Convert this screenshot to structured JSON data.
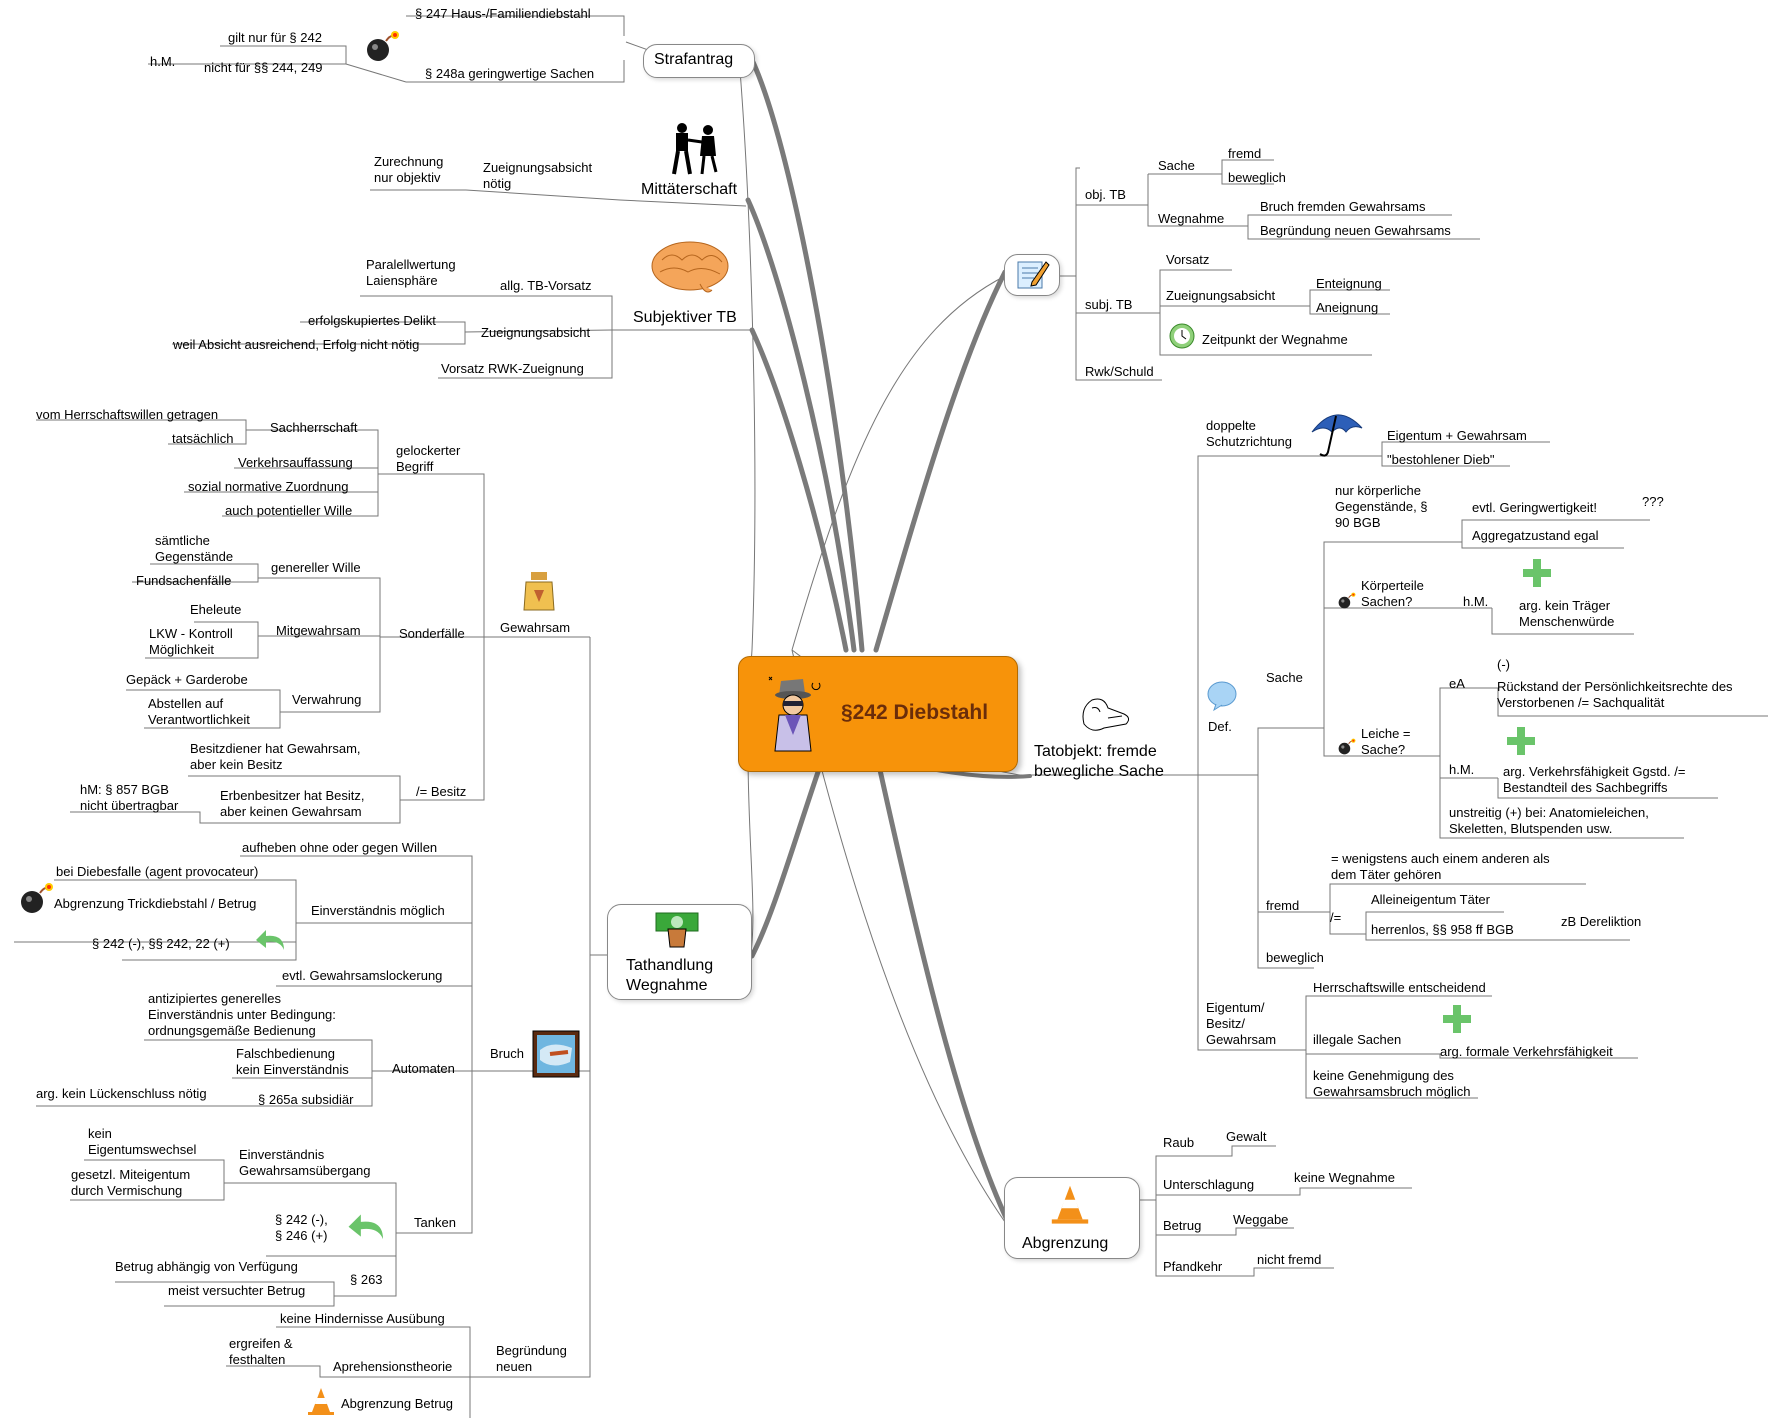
{
  "central": {
    "title": "§242 Diebstahl"
  },
  "strafantrag": {
    "title": "Strafantrag",
    "items": [
      "§ 247 Haus-/Familiendiebstahl",
      "§ 248a geringwertige Sachen"
    ],
    "sub": [
      "gilt nur für § 242",
      "nicht für §§ 244, 249",
      "h.M."
    ]
  },
  "mittaeterschaft": {
    "title": "Mittäterschaft",
    "items": [
      "Zueignungsabsicht\nnötig",
      "Zurechnung\nnur objektiv"
    ]
  },
  "subjektiver_tb": {
    "title": "Subjektiver TB",
    "items": [
      "allg. TB-Vorsatz",
      "Paralellwertung\nLaiensphäre",
      "Zueignungsabsicht",
      "erfolgskupiertes Delikt",
      "weil Absicht ausreichend, Erfolg nicht nötig",
      "Vorsatz RWK-Zueignung"
    ]
  },
  "tathandlung": {
    "title": "Tathandlung\nWegnahme",
    "gewahrsam": {
      "label": "Gewahrsam",
      "gelockert": "gelockerter\nBegriff",
      "sachherrschaft": "Sachherrschaft",
      "herrschaftswille": "vom Herrschaftswillen getragen",
      "tatsaechlich": "tatsächlich",
      "verkehrsauffassung": "Verkehrsauffassung",
      "sozial": "sozial normative Zuordnung",
      "potentiell": "auch potentieller Wille",
      "sonderfaelle": "Sonderfälle",
      "genereller": "genereller Wille",
      "saemtliche": "sämtliche\nGegenstände",
      "fundsachen": "Fundsachenfälle",
      "mitgewahrsam": "Mitgewahrsam",
      "eheleute": "Eheleute",
      "lkw": "LKW - Kontroll\nMöglichkeit",
      "verwahrung": "Verwahrung",
      "gepaeck": "Gepäck + Garderobe",
      "abstellen": "Abstellen auf\nVerantwortlichkeit",
      "besitz": "/= Besitz",
      "besitzdiener": "Besitzdiener hat Gewahrsam,\naber kein Besitz",
      "erbenbesitzer": "Erbenbesitzer hat Besitz,\naber keinen Gewahrsam",
      "hm857": "hM: § 857 BGB\nnicht übertragbar"
    },
    "bruch": {
      "label": "Bruch",
      "aufheben": "aufheben ohne oder gegen Willen",
      "einverstaendnis": "Einverständnis möglich",
      "diebesfalle": "bei Diebesfalle (agent provocateur)",
      "abgrenzung_trick": "Abgrenzung Trickdiebstahl / Betrug",
      "paragraphs": "§ 242 (-), §§ 242, 22 (+)",
      "lockerung": "evtl. Gewahrsamslockerung",
      "automaten": "Automaten",
      "antizipiert": "antizipiertes generelles\nEinverständnis unter Bedingung:\nordnungsgemäße Bedienung",
      "falschbedienung": "Falschbedienung\nkein Einverständnis",
      "subsidiaer": "§ 265a subsidiär",
      "lueckenschluss": "arg. kein Lückenschluss nötig",
      "tanken": "Tanken",
      "einv_gewahrsam": "Einverständnis\nGewahrsamsübergang",
      "kein_eigentum": "kein\nEigentumswechsel",
      "miteigentum": "gesetzl. Miteigentum\ndurch Vermischung",
      "p242_246": "§ 242 (-),\n§ 246 (+)",
      "p263": "§ 263",
      "betrug_verf": "Betrug abhängig von Verfügung",
      "versucht": "meist versuchter Betrug"
    },
    "begruendung": {
      "label": "Begründung\nneuen",
      "hindernisse": "keine Hindernisse Ausübung",
      "aprehension": "Aprehensionstheorie",
      "ergreifen": "ergreifen &\nfesthalten",
      "abgrenzung_betrug": "Abgrenzung Betrug"
    }
  },
  "aufbau": {
    "obj_tb": "obj. TB",
    "sache": "Sache",
    "fremd": "fremd",
    "beweglich": "beweglich",
    "wegnahme": "Wegnahme",
    "bruch_fremd": "Bruch fremden Gewahrsams",
    "begruendung_neu": "Begründung neuen Gewahrsams",
    "subj_tb": "subj. TB",
    "vorsatz": "Vorsatz",
    "zueignungsabsicht": "Zueignungsabsicht",
    "enteignung": "Enteignung",
    "aneignung": "Aneignung",
    "zeitpunkt": "Zeitpunkt der Wegnahme",
    "rwk": "Rwk/Schuld"
  },
  "tatobjekt": {
    "title": "Tatobjekt: fremde\nbewegliche Sache",
    "schutz": "doppelte\nSchutzrichtung",
    "eigentum_gewahrsam": "Eigentum + Gewahrsam",
    "bestohlen": "\"bestohlener Dieb\"",
    "def": "Def.",
    "sache": "Sache",
    "koerperlich": "nur körperliche\nGegenstände, §\n90 BGB",
    "geringwertig": "evtl. Geringwertigkeit!",
    "qqq": "???",
    "aggregat": "Aggregatzustand egal",
    "koerperteile": "Körperteile\nSachen?",
    "hm1": "h.M.",
    "traeger": "arg. kein Träger\nMenschenwürde",
    "leiche": "Leiche =\nSache?",
    "ea": "eA",
    "minus": "(-)",
    "rueckstand": "Rückstand der Persönlichkeitsrechte des\nVerstorbenen /= Sachqualität",
    "hm2": "h.M.",
    "verkehrsfaehig": "arg. Verkehrsfähigkeit Ggstd. /=\nBestandteil des Sachbegriffs",
    "unstreitig": "unstreitig (+) bei: Anatomieleichen,\nSkeletten, Blutspenden usw.",
    "fremd": "fremd",
    "wenigstens": "= wenigstens auch einem anderen als\ndem Täter gehören",
    "ungleich": "/=",
    "allein": "Alleineigentum Täter",
    "herrenlos": "herrenlos, §§ 958 ff BGB",
    "derelikt": "zB Dereliktion",
    "beweglich": "beweglich",
    "ebg": "Eigentum/\nBesitz/\nGewahrsam",
    "herrschaftswille": "Herrschaftswille entscheidend",
    "illegal": "illegale Sachen",
    "formal": "arg. formale Verkehrsfähigkeit",
    "genehmigung": "keine Genehmigung des\nGewahrsamsbruch möglich"
  },
  "abgrenzung": {
    "title": "Abgrenzung",
    "raub": "Raub",
    "gewalt": "Gewalt",
    "unterschlagung": "Unterschlagung",
    "keine_wegnahme": "keine Wegnahme",
    "betrug": "Betrug",
    "weggabe": "Weggabe",
    "pfandkehr": "Pfandkehr",
    "nicht_fremd": "nicht fremd"
  },
  "icons": [
    "bomb-icon",
    "dancers-icon",
    "brain-icon",
    "cookie-jar-icon",
    "money-fist-icon",
    "thief-icon",
    "notepad-pencil-icon",
    "umbrella-icon",
    "speech-bubble-icon",
    "plus-icon",
    "clock-icon",
    "traffic-cone-icon",
    "undo-arrow-icon",
    "fleeing-hand-icon",
    "laundry-icon"
  ],
  "colors": {
    "central_fill": "#f7930a",
    "central_text": "#6a2d0a",
    "link": "#7a7a7a",
    "plus": "#6ac46a",
    "cone": "#f39019"
  }
}
